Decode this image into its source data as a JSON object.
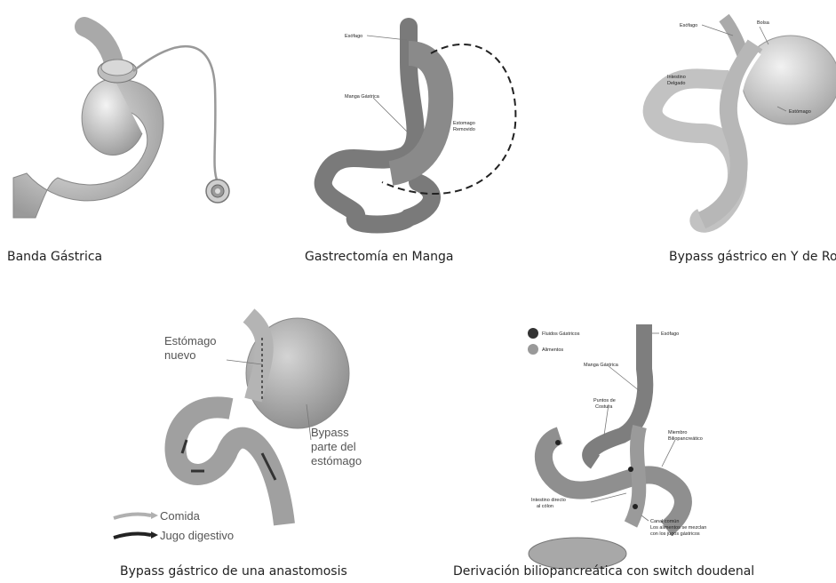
{
  "panels": [
    {
      "caption": "Banda Gástrica"
    },
    {
      "caption": "Gastrectomía en Manga",
      "labels": {
        "esofago": "Esófago",
        "manga": "Manga Gástrica",
        "removido_1": "Estomago",
        "removido_2": "Removido"
      }
    },
    {
      "caption": "Bypass gástrico en Y de Roux",
      "labels": {
        "esofago": "Esófago",
        "bolsa": "Bolsa",
        "intestino_1": "Intestino",
        "intestino_2": "Delgado",
        "estomago": "Estómago"
      }
    },
    {
      "caption": "Bypass gástrico de una anastomosis",
      "labels": {
        "nuevo_1": "Estómago",
        "nuevo_2": "nuevo",
        "bypass_1": "Bypass",
        "bypass_2": "parte del",
        "bypass_3": "estómago"
      },
      "legend": [
        {
          "label": "Comida"
        },
        {
          "label": "Jugo digestivo"
        }
      ]
    },
    {
      "caption": "Derivación biliopancreática con switch doudenal",
      "legend": [
        {
          "label": "Fluidos Gástricos"
        },
        {
          "label": "Alimentos"
        }
      ],
      "labels": {
        "esofago": "Esófago",
        "manga": "Manga Gástrica",
        "puntos_1": "Puntos de",
        "puntos_2": "Costura",
        "miembro_1": "Miembro",
        "miembro_2": "Biliopancreático",
        "intestino_1": "Intestino directo",
        "intestino_2": "al cólon",
        "canal_1": "Canal común",
        "canal_2": "Los alimentos se mezclan",
        "canal_3": "con los jugos gástricos"
      }
    }
  ]
}
